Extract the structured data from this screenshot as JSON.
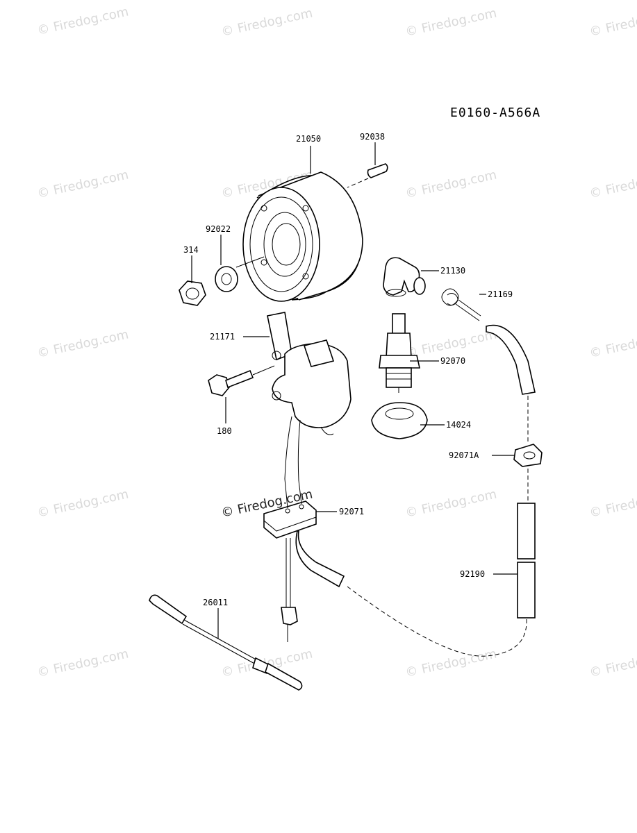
{
  "diagram_code": "E0160-A566A",
  "watermark_text": "© Firedog.com",
  "parts": {
    "p21050": "21050",
    "p92038": "92038",
    "p92022": "92022",
    "p314": "314",
    "p21130": "21130",
    "p21169": "21169",
    "p21171": "21171",
    "p92070": "92070",
    "p180": "180",
    "p14024": "14024",
    "p92071A": "92071A",
    "p92071": "92071",
    "p92190": "92190",
    "p26011": "26011"
  }
}
